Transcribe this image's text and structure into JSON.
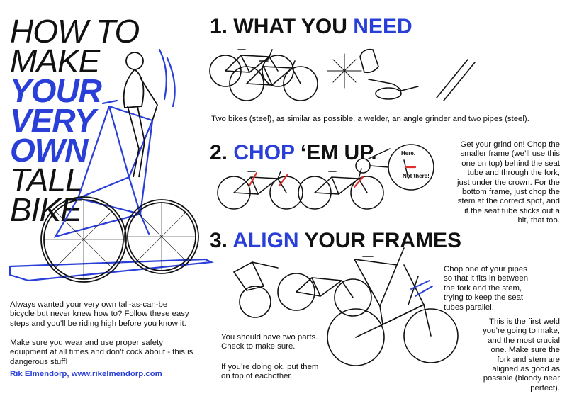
{
  "title": {
    "line1": "HOW TO",
    "line2": "MAKE",
    "line3": "YOUR",
    "line4": "VERY",
    "line5": "OWN",
    "line6": "TALL",
    "line7": "BIKE"
  },
  "step1": {
    "number": "1.",
    "text_a": "WHAT YOU",
    "highlight": "NEED",
    "caption": "Two bikes (steel), as similar as possible, a welder, an angle grinder and two pipes (steel)."
  },
  "step2": {
    "number": "2.",
    "highlight": "CHOP",
    "text_b": "‘EM UP.",
    "label_here": "Here.",
    "label_not_there": "Not there!",
    "description": [
      "Get your grind on! Chop the",
      "smaller frame (we’ll use this",
      "one on top) behind the seat",
      "tube and through the fork,",
      "just under the crown. For the",
      "bottom frame, just chop the",
      "stem at the correct spot, and",
      "if the seat tube sticks out a",
      "bit, that too."
    ]
  },
  "step3": {
    "number": "3.",
    "highlight": "ALIGN",
    "text_b": "YOUR FRAMES",
    "note_pipe": [
      "Chop one of your pipes",
      "so that it fits in between",
      "the fork and the stem,",
      "trying to keep the seat",
      "tubes parallel."
    ],
    "note_weld": [
      "This is the first weld",
      "you’re going to make,",
      "and the most crucial",
      "one. Make sure the",
      "fork and stem are",
      "aligned as good as",
      "possible (bloody near",
      "perfect)."
    ],
    "note_parts": [
      "You should have two parts.",
      "Check to make sure."
    ],
    "note_ontop": [
      "If you’re doing ok, put them",
      "on top of eachother."
    ]
  },
  "intro": {
    "para1": [
      "Always wanted your very own tall-as-can-be",
      "bicycle but never knew how to? Follow these easy",
      "steps and you’ll be riding high before you know it."
    ],
    "para2": [
      "Make sure you wear and use proper safety",
      "equipment at all times and don’t cock about - this is",
      "dangerous stuff!"
    ],
    "credit": "Rik Elmendorp, www.rikelmendorp.com"
  },
  "colors": {
    "accent": "#2a3fd8",
    "text": "#111111",
    "cut": "#e0302a"
  }
}
